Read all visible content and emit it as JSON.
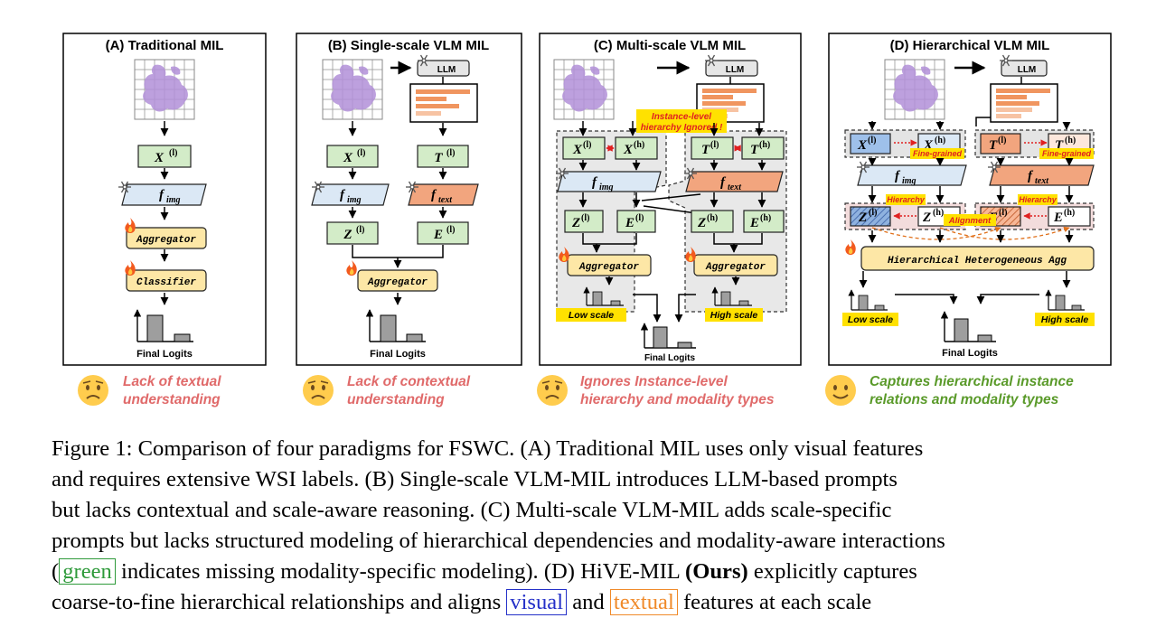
{
  "panels": {
    "a": {
      "title": "(A) Traditional MIL",
      "x_label": "X",
      "f_img": "f",
      "aggregator": "Aggregator",
      "classifier": "Classifier",
      "final": "Final Logits",
      "verdict_line1": "Lack of textual",
      "verdict_line2": "understanding"
    },
    "b": {
      "title": "(B) Single-scale VLM MIL",
      "llm": "LLM",
      "x_label": "X",
      "t_label": "T",
      "z_label": "Z",
      "e_label": "E",
      "aggregator": "Aggregator",
      "final": "Final Logits",
      "verdict_line1": "Lack of contextual",
      "verdict_line2": "understanding"
    },
    "c": {
      "title": "(C) Multi-scale VLM MIL",
      "llm": "LLM",
      "note_line1": "Instance-level",
      "note_line2": "hierarchy Ignored !",
      "aggregator": "Aggregator",
      "low": "Low scale",
      "high": "High scale",
      "final": "Final Logits",
      "verdict_line1": "Ignores Instance-level",
      "verdict_line2": "hierarchy and modality types"
    },
    "d": {
      "title": "(D) Hierarchical VLM MIL",
      "llm": "LLM",
      "fine1": "Fine-grained",
      "fine2": "Fine-grained",
      "hier1": "Hierarchy",
      "hier2": "Hierarchy",
      "alignment": "Alignment",
      "agg": "Hierarchical Heterogeneous Agg",
      "low": "Low scale",
      "high": "High scale",
      "final": "Final Logits",
      "verdict_line1": "Captures hierarchical instance",
      "verdict_line2": "relations and modality types"
    }
  },
  "caption": {
    "line1": "Figure 1: Comparison of four paradigms for FSWC. (A) Traditional MIL uses only visual features",
    "line2": "and requires extensive WSI labels. (B) Single-scale VLM-MIL introduces LLM-based prompts",
    "line3": "but lacks contextual and scale-aware reasoning. (C) Multi-scale VLM-MIL adds scale-specific",
    "line4": "prompts but lacks structured modeling of hierarchical dependencies and modality-aware interactions",
    "line5_a": "(",
    "green": "green",
    "line5_b": "indicates missing modality-specific modeling). (D) HiVE-MIL",
    "ours": "(Ours)",
    "line5_c": "explicitly captures",
    "line6_a": "coarse-to-fine hierarchical relationships and aligns",
    "visual": "visual",
    "line6_b": "and",
    "textual": "textual",
    "line6_c": "features at each scale"
  },
  "colors": {
    "green_box": "#d3ecc8",
    "blue_box": "#dbe8f5",
    "orange_box": "#f4a07a",
    "yellow_box": "#fde7a6",
    "verdict_red": "#e06a6a",
    "verdict_green": "#5a9a2a"
  }
}
